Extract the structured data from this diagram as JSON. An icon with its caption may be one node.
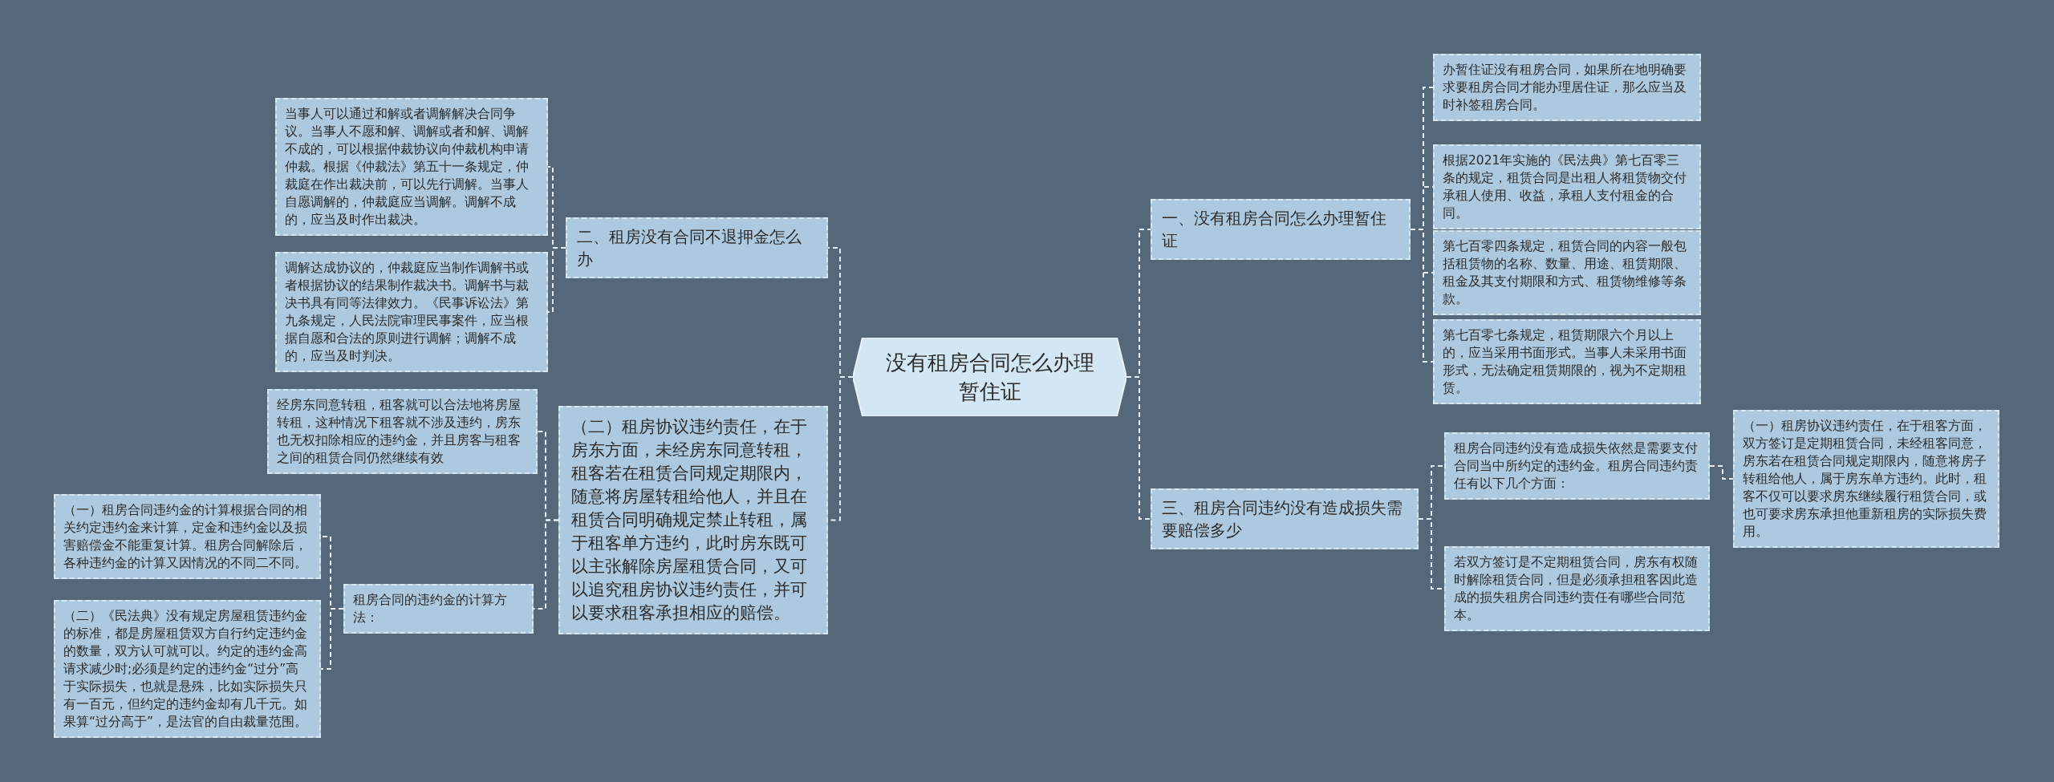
{
  "diagram": {
    "nodes": [
      {
        "text": [
          "没有租房合同怎么办理暂住证"
        ]
      },
      {
        "text": [
          "一、没有租房合同怎么办理暂住证"
        ]
      },
      {
        "text": [
          "办暂住证没有租房合同，如果所在地明确要求要租房合同才能办理居住证，那么应当及时补签租房合同。"
        ]
      },
      {
        "text": [
          "根据2021年实施的《民法典》第七百零三条的规定，租赁合同是出租人将租赁物交付承租人使用、收益，承租人支付租金的合同。"
        ]
      },
      {
        "text": [
          "第七百零四条规定，租赁合同的内容一般包括租赁物的名称、数量、用途、租赁期限、租金及其支付期限和方式、租赁物维修等条款。"
        ]
      },
      {
        "text": [
          "第七百零七条规定，租赁期限六个月以上的，应当采用书面形式。当事人未采用书面形式，无法确定租赁期限的，视为不定期租赁。"
        ]
      },
      {
        "text": [
          "三、租房合同违约没有造成损失需要赔偿多少"
        ]
      },
      {
        "text": [
          "租房合同违约没有造成损失依然是需要支付合同当中所约定的违约金。租房合同违约责任有以下几个方面："
        ]
      },
      {
        "text": [
          "若双方签订是不定期租赁合同，房东有权随时解除租赁合同，但是必须承担租客因此造成的损失租房合同违约责任有哪些合同范本。"
        ]
      },
      {
        "text": [
          "（一）租房协议违约责任，在于租客方面，双方签订是定期租赁合同，未经租客同意，房东若在租赁合同规定期限内，随意将房子转租给他人，属于房东单方违约。此时，租客不仅可以要求房东继续履行租赁合同，或也可要求房东承担他重新租房的实际损失费用。"
        ]
      },
      {
        "text": [
          "二、租房没有合同不退押金怎么办"
        ]
      },
      {
        "text": [
          "当事人可以通过和解或者调解解决合同争议。当事人不愿和解、调解或者和解、调解不成的，可以根据仲裁协议向仲裁机构申请仲裁。根据《仲裁法》第五十一条规定，仲裁庭在作出裁决前，可以先行调解。当事人自愿调解的，仲裁庭应当调解。调解不成的，应当及时作出裁决。"
        ]
      },
      {
        "text": [
          "调解达成协议的，仲裁庭应当制作调解书或者根据协议的结果制作裁决书。调解书与裁决书具有同等法律效力。《民事诉讼法》第九条规定，人民法院审理民事案件，应当根据自愿和合法的原则进行调解；调解不成的，应当及时判决。"
        ]
      },
      {
        "text": [
          "（二）租房协议违约责任，在于房东方面，未经房东同意转租，租客若在租赁合同规定期限内，随意将房屋转租给他人，并且在租赁合同明确规定禁止转租，属于租客单方违约，此时房东既可以主张解除房屋租赁合同，又可以追究租房协议违约责任，并可以要求租客承担相应的赔偿。"
        ]
      },
      {
        "text": [
          "经房东同意转租，租客就可以合法地将房屋转租，这种情况下租客就不涉及违约，房东也无权扣除相应的违约金，并且房客与租客之间的租赁合同仍然继续有效"
        ]
      },
      {
        "text": [
          "租房合同的违约金的计算方法："
        ]
      },
      {
        "text": [
          "（一）租房合同违约金的计算根据合同的相关约定违约金来计算，定金和违约金以及损害赔偿金不能重复计算。租房合同解除后，各种违约金的计算又因情况的不同二不同。"
        ]
      },
      {
        "text": [
          "（二）《民法典》没有规定房屋租赁违约金的标准，都是房屋租赁双方自行约定违约金的数量，双方认可就可以。约定的违约金高请求减少时;必须是约定的违约金“过分”高于实际损失，也就是悬殊，比如实际损失只有一百元，但约定的违约金却有几千元。如果算“过分高于”，是法官的自由裁量范围。"
        ]
      }
    ],
    "edges": [
      {
        "from": 0,
        "to": 1,
        "arrow": "none"
      },
      {
        "from": 1,
        "to": 2,
        "arrow": "none"
      },
      {
        "from": 1,
        "to": 3,
        "arrow": "none"
      },
      {
        "from": 1,
        "to": 4,
        "arrow": "none"
      },
      {
        "from": 1,
        "to": 5,
        "arrow": "none"
      },
      {
        "from": 0,
        "to": 6,
        "arrow": "none"
      },
      {
        "from": 6,
        "to": 7,
        "arrow": "none"
      },
      {
        "from": 6,
        "to": 8,
        "arrow": "none"
      },
      {
        "from": 7,
        "to": 9,
        "arrow": "none"
      },
      {
        "from": 0,
        "to": 10,
        "arrow": "none"
      },
      {
        "from": 10,
        "to": 11,
        "arrow": "none"
      },
      {
        "from": 10,
        "to": 12,
        "arrow": "none"
      },
      {
        "from": 0,
        "to": 13,
        "arrow": "none"
      },
      {
        "from": 13,
        "to": 14,
        "arrow": "none"
      },
      {
        "from": 13,
        "to": 15,
        "arrow": "none"
      },
      {
        "from": 15,
        "to": 16,
        "arrow": "none"
      },
      {
        "from": 15,
        "to": 17,
        "arrow": "none"
      }
    ]
  }
}
